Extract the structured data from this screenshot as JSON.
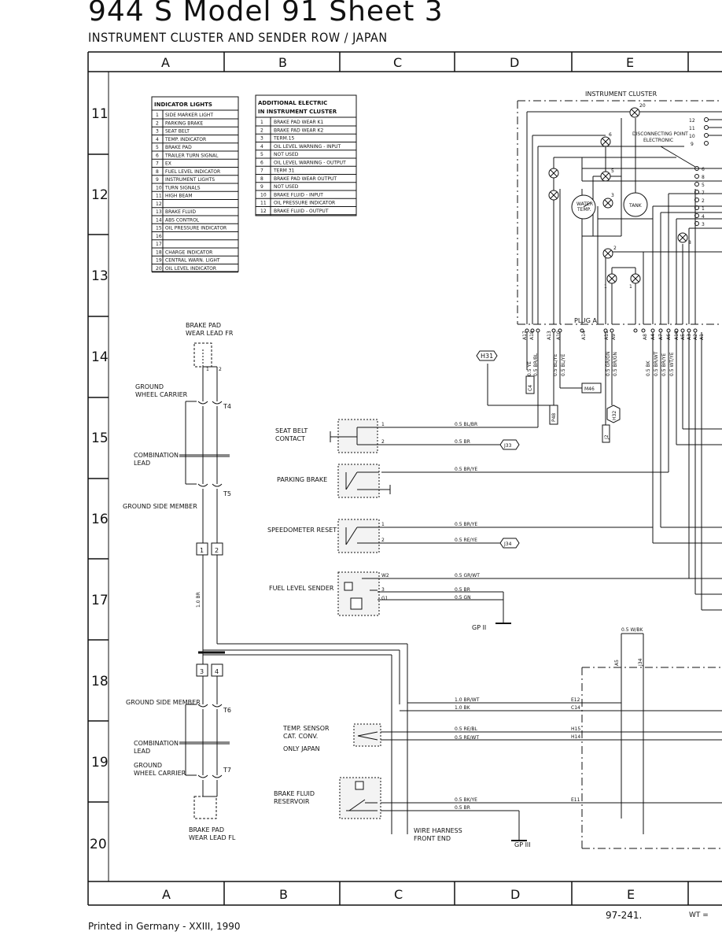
{
  "header": {
    "title": "944 S Model 91 Sheet 3",
    "subtitle": "INSTRUMENT CLUSTER AND SENDER ROW / JAPAN"
  },
  "grid": {
    "columns": [
      "A",
      "B",
      "C",
      "D",
      "E"
    ],
    "rows": [
      "11",
      "12",
      "13",
      "14",
      "15",
      "16",
      "17",
      "18",
      "19",
      "20"
    ]
  },
  "indicator_table": {
    "title": "INDICATOR LIGHTS",
    "rows": [
      {
        "n": "1",
        "label": "SIDE MARKER LIGHT"
      },
      {
        "n": "2",
        "label": "PARKING BRAKE"
      },
      {
        "n": "3",
        "label": "SEAT BELT"
      },
      {
        "n": "4",
        "label": "TEMP. INDICATOR"
      },
      {
        "n": "5",
        "label": "BRAKE PAD"
      },
      {
        "n": "6",
        "label": "TRAILER TURN SIGNAL"
      },
      {
        "n": "7",
        "label": "EX"
      },
      {
        "n": "8",
        "label": "FUEL LEVEL INDICATOR"
      },
      {
        "n": "9",
        "label": "INSTRUMENT LIGHTS"
      },
      {
        "n": "10",
        "label": "TURN SIGNALS"
      },
      {
        "n": "11",
        "label": "HIGH BEAM"
      },
      {
        "n": "12",
        "label": ""
      },
      {
        "n": "13",
        "label": "BRAKE FLUID"
      },
      {
        "n": "14",
        "label": "ABS CONTROL"
      },
      {
        "n": "15",
        "label": "OIL PRESSURE INDICATOR"
      },
      {
        "n": "16",
        "label": ""
      },
      {
        "n": "17",
        "label": ""
      },
      {
        "n": "18",
        "label": "CHARGE INDICATOR"
      },
      {
        "n": "19",
        "label": "CENTRAL WARN. LIGHT"
      },
      {
        "n": "20",
        "label": "OIL LEVEL INDICATOR"
      }
    ]
  },
  "additional_table": {
    "title_line1": "ADDITIONAL ELECTRIC",
    "title_line2": "IN INSTRUMENT CLUSTER",
    "rows": [
      {
        "n": "1",
        "label": "BRAKE PAD WEAR K1"
      },
      {
        "n": "2",
        "label": "BRAKE PAD WEAR K2"
      },
      {
        "n": "3",
        "label": "TERM.15"
      },
      {
        "n": "4",
        "label": "OIL LEVEL WARNING - INPUT"
      },
      {
        "n": "5",
        "label": "NOT USED"
      },
      {
        "n": "6",
        "label": "OIL LEVEL WARNING - OUTPUT"
      },
      {
        "n": "7",
        "label": "TERM 31"
      },
      {
        "n": "8",
        "label": "BRAKE PAD WEAR OUTPUT"
      },
      {
        "n": "9",
        "label": "NOT USED"
      },
      {
        "n": "10",
        "label": "BRAKE FLUID - INPUT"
      },
      {
        "n": "11",
        "label": "OIL PRESSURE INDICATOR"
      },
      {
        "n": "12",
        "label": "BRAKE FLUID - OUTPUT"
      }
    ]
  },
  "labels": {
    "instrument_cluster": "INSTRUMENT CLUSTER",
    "disconnecting_point_1": "DISCONNECTING POINT",
    "disconnecting_point_2": "ELECTRONIC",
    "water_temp_1": "WATER",
    "water_temp_2": "TEMP.",
    "tank": "TANK",
    "plug_a": "PLUG A",
    "brake_pad_fr_1": "BRAKE PAD",
    "brake_pad_fr_2": "WEAR LEAD FR",
    "ground_wheel_carrier_1": "GROUND",
    "ground_wheel_carrier_2": "WHEEL CARRIER",
    "combination_lead_1": "COMBINATION",
    "combination_lead_2": "LEAD",
    "ground_side_member": "GROUND SIDE MEMBER",
    "seat_belt_1": "SEAT BELT",
    "seat_belt_2": "CONTACT",
    "parking_brake": "PARKING BRAKE",
    "speedometer_reset": "SPEEDOMETER RESET",
    "fuel_level_sender": "FUEL LEVEL SENDER",
    "gp2": "GP II",
    "gp3": "GP III",
    "ground_side_member_2": "GROUND SIDE MEMBER",
    "combination_lead2_1": "COMBINATION",
    "combination_lead2_2": "LEAD",
    "ground_wheel_carrier2_1": "GROUND",
    "ground_wheel_carrier2_2": "WHEEL CARRIER",
    "brake_pad_fl_1": "BRAKE PAD",
    "brake_pad_fl_2": "WEAR LEAD FL",
    "temp_sensor_1": "TEMP. SENSOR",
    "temp_sensor_2": "CAT. CONV.",
    "temp_sensor_3": "ONLY JAPAN",
    "brake_fluid_1": "BRAKE FLUID",
    "brake_fluid_2": "RESERVOIR",
    "wire_harness_1": "WIRE HARNESS",
    "wire_harness_2": "FRONT END",
    "t4": "T4",
    "t5": "T5",
    "t6": "T6",
    "t7": "T7",
    "wire_1_0_br": "1.0 BR",
    "wires": {
      "bl_br": "0.5 BL/BR",
      "br": "0.5 BR",
      "br_ye1": "0.5 BR/YE",
      "br_ye2": "0.5 BR/YE",
      "re_ye": "0.5 RE/YE",
      "gr_wt": "0.5 GR/WT",
      "br2": "0.5 BR",
      "gn": "0.5 GN",
      "w_bk": "0.5 W/BK",
      "br_wt10": "1.0 BR/WT",
      "bk10": "1.0 BK",
      "re_bl": "0.5 RE/BL",
      "re_wt": "0.5 RE/WT",
      "bk_ye": "0.5 BK/YE",
      "br3": "0.5 BR"
    },
    "vwires": [
      "0.5 YE",
      "0.5 BR/BL",
      "0.5 BL/YE",
      "0.5 GR/GN",
      "0.5 BR/GN",
      "0.5 BK",
      "0.5 BR/WT",
      "0.5 BR/YE",
      "0.5 WT/YE"
    ],
    "connectors": {
      "h31": "H31",
      "c4": "C4",
      "p48": "P48",
      "m46": "M46",
      "h32": "H32",
      "j2": "J2",
      "j33": "J33",
      "j34": "J34",
      "e12": "E12",
      "c14": "C14",
      "h15": "H15",
      "h14": "H14",
      "e11": "E11",
      "a5": "A5",
      "j34v": "J34"
    },
    "cluster_pins": {
      "a17": "A17",
      "a18": "A18",
      "a13": "A13",
      "a10": "A10",
      "a14": "A14",
      "a11": "A11",
      "a9": "A9",
      "a8": "A8",
      "a4": "A4",
      "a7": "A7",
      "a6": "A6",
      "a16": "A16",
      "a5": "A5",
      "a3": "A3",
      "a2": "A2",
      "a1": "A1"
    },
    "lamp_numbers": [
      "20",
      "6",
      "5",
      "3",
      "2",
      "1",
      "1",
      "8"
    ],
    "switch_pins": [
      "1",
      "2",
      "1",
      "2",
      "W2",
      "3",
      "G1",
      "2",
      "1",
      "2",
      "1"
    ],
    "right_pins": [
      "12",
      "11",
      "10",
      "9",
      "6",
      "8",
      "5",
      "7",
      "2",
      "1",
      "4",
      "3"
    ]
  },
  "boxes": [
    "1",
    "2",
    "3",
    "4"
  ],
  "footer": {
    "printed": "Printed in Germany - XXIII, 1990",
    "doc_no": "97-241.",
    "wt": "WT ="
  }
}
